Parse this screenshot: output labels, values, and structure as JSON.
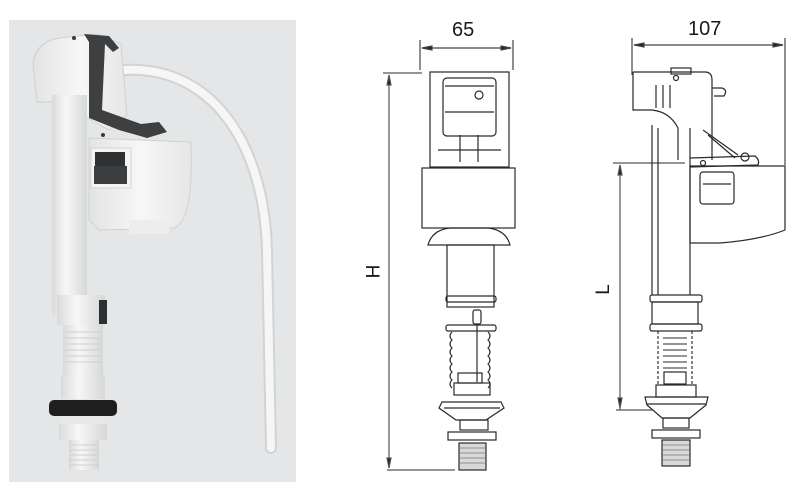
{
  "photo": {
    "subject": "toilet cistern fill valve",
    "colors": {
      "background": "#e4e6e8",
      "body": "#f3f3f2",
      "lever": "#3d3f41",
      "gasket": "#1e1e1e",
      "hose": "#f5f5f4"
    }
  },
  "front_view": {
    "width_dimension": "65",
    "height_dimension_label": "H"
  },
  "side_view": {
    "width_dimension": "107",
    "height_dimension_label": "L"
  },
  "colors": {
    "line": "#2a2a2a",
    "dim_line": "#555555"
  }
}
